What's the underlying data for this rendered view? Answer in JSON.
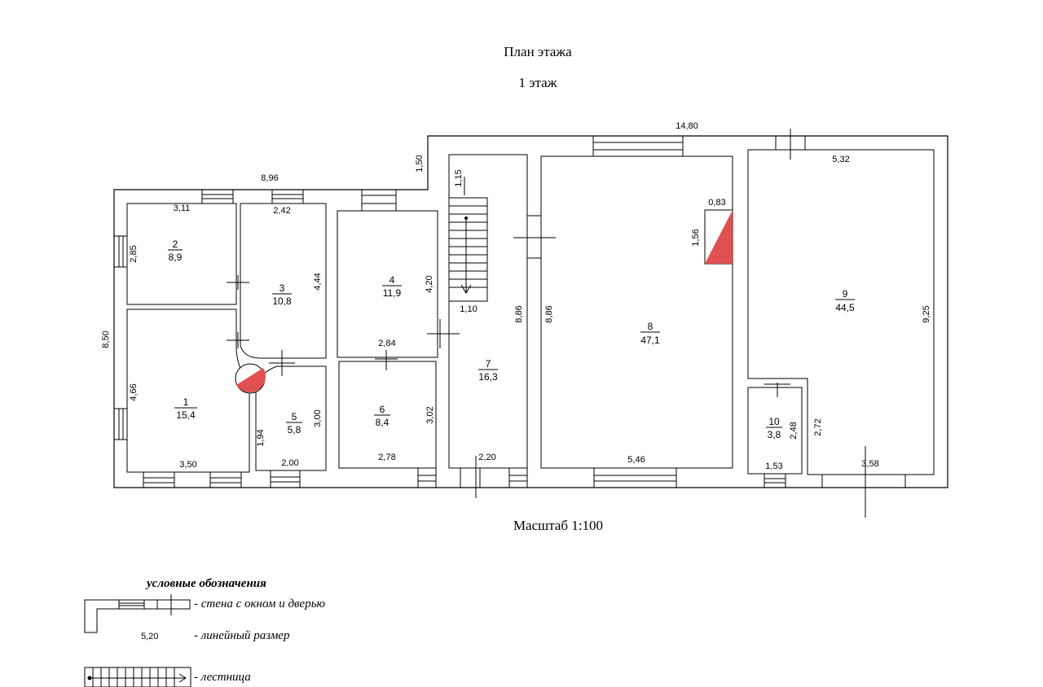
{
  "plan": {
    "title": "План этажа",
    "floor": "1 этаж",
    "scale": "Масштаб 1:100",
    "accent_color": "#e05050",
    "rooms": [
      {
        "num": "1",
        "area": "15,4"
      },
      {
        "num": "2",
        "area": "8,9"
      },
      {
        "num": "3",
        "area": "10,8"
      },
      {
        "num": "4",
        "area": "11,9"
      },
      {
        "num": "5",
        "area": "5,8"
      },
      {
        "num": "6",
        "area": "8,4"
      },
      {
        "num": "7",
        "area": "16,3"
      },
      {
        "num": "8",
        "area": "47,1"
      },
      {
        "num": "9",
        "area": "44,5"
      },
      {
        "num": "10",
        "area": "3,8"
      }
    ],
    "dimensions": {
      "total_width": "14,80",
      "left_width": "8,96",
      "step": "1,50",
      "left_height": "8,50",
      "r2_w": "3,11",
      "r2_h": "2,85",
      "r3_w": "2,42",
      "r3_h": "4,44",
      "r4_h": "4,20",
      "r6_w_top": "2,84",
      "r1_h": "4,66",
      "r1_w": "3,50",
      "r5_h": "1,94",
      "r5_h2": "3,00",
      "r5_w": "2,00",
      "r6_h": "3,02",
      "r6_w": "2,78",
      "stair_l": "1,15",
      "stair_w": "1,10",
      "r7_h": "8,86",
      "r7_w": "2,20",
      "r8_h": "8,86",
      "r8_w": "5,46",
      "chimney_w": "0,83",
      "chimney_h": "1,56",
      "r9_w": "5,32",
      "r9_h": "9,25",
      "r9_w2": "3,58",
      "r9_h2": "2,72",
      "r10_h": "2,48",
      "r10_w": "1,53"
    }
  },
  "legend": {
    "title": "условные обозначения",
    "wall": "- стена с окном и дверью",
    "dimension": "- линейный размер",
    "dimension_sample": "5,20",
    "stairs": "- лестница"
  }
}
